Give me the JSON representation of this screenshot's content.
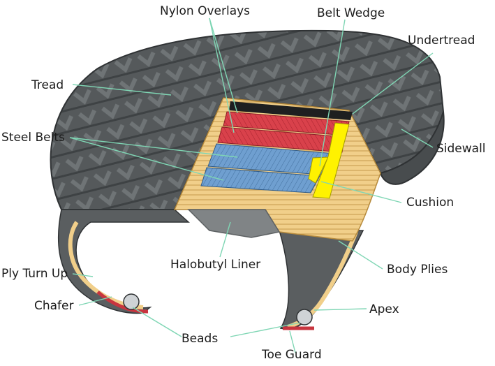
{
  "labels": {
    "nylon_overlays": "Nylon Overlays",
    "belt_wedge": "Belt Wedge",
    "undertread": "Undertread",
    "tread": "Tread",
    "steel_belts": "Steel Belts",
    "sidewall": "Sidewall",
    "cushion": "Cushion",
    "halobutyl_liner": "Halobutyl Liner",
    "body_plies": "Body Plies",
    "ply_turn_up": "Ply Turn Up",
    "chafer": "Chafer",
    "apex": "Apex",
    "beads": "Beads",
    "toe_guard": "Toe Guard"
  },
  "colors": {
    "rubber": "#55595b",
    "rubber_dark": "#3a3d3f",
    "tread_block": "#6c7173",
    "nylon_red": "#d9414b",
    "steel_blue": "#6f9fd0",
    "cushion_yellow": "#fff200",
    "body_ply_tan": "#f1cf8a",
    "liner_grey": "#808486",
    "leader_line": "#7fd6b4"
  }
}
